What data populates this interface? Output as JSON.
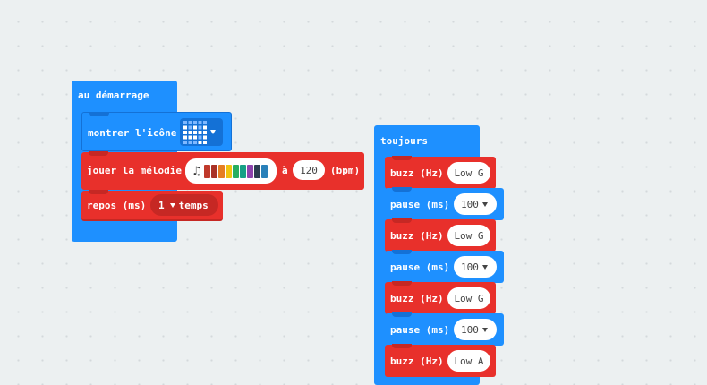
{
  "on_start": {
    "hat_label": "au démarrage",
    "show_icon_label": "montrer l'icône",
    "play_melody_label": "jouer la mélodie",
    "at_label": "à",
    "tempo_value": "120",
    "bpm_label": "(bpm)",
    "melody_colors": [
      "#c0392b",
      "#a93226",
      "#e67e22",
      "#f1c40f",
      "#27ae60",
      "#16a085",
      "#8e44ad",
      "#2c3e50",
      "#2980b9"
    ],
    "pause_label": "repos (ms)",
    "pause_value": "1",
    "pause_unit": "temps"
  },
  "forever": {
    "hat_label": "toujours",
    "blocks": [
      {
        "label": "buzz (Hz)",
        "value": "Low G"
      },
      {
        "label": "pause (ms)",
        "value": "100"
      },
      {
        "label": "buzz (Hz)",
        "value": "Low G"
      },
      {
        "label": "pause (ms)",
        "value": "100"
      },
      {
        "label": "buzz (Hz)",
        "value": "Low G"
      },
      {
        "label": "pause (ms)",
        "value": "100"
      },
      {
        "label": "buzz (Hz)",
        "value": "Low A"
      }
    ]
  }
}
